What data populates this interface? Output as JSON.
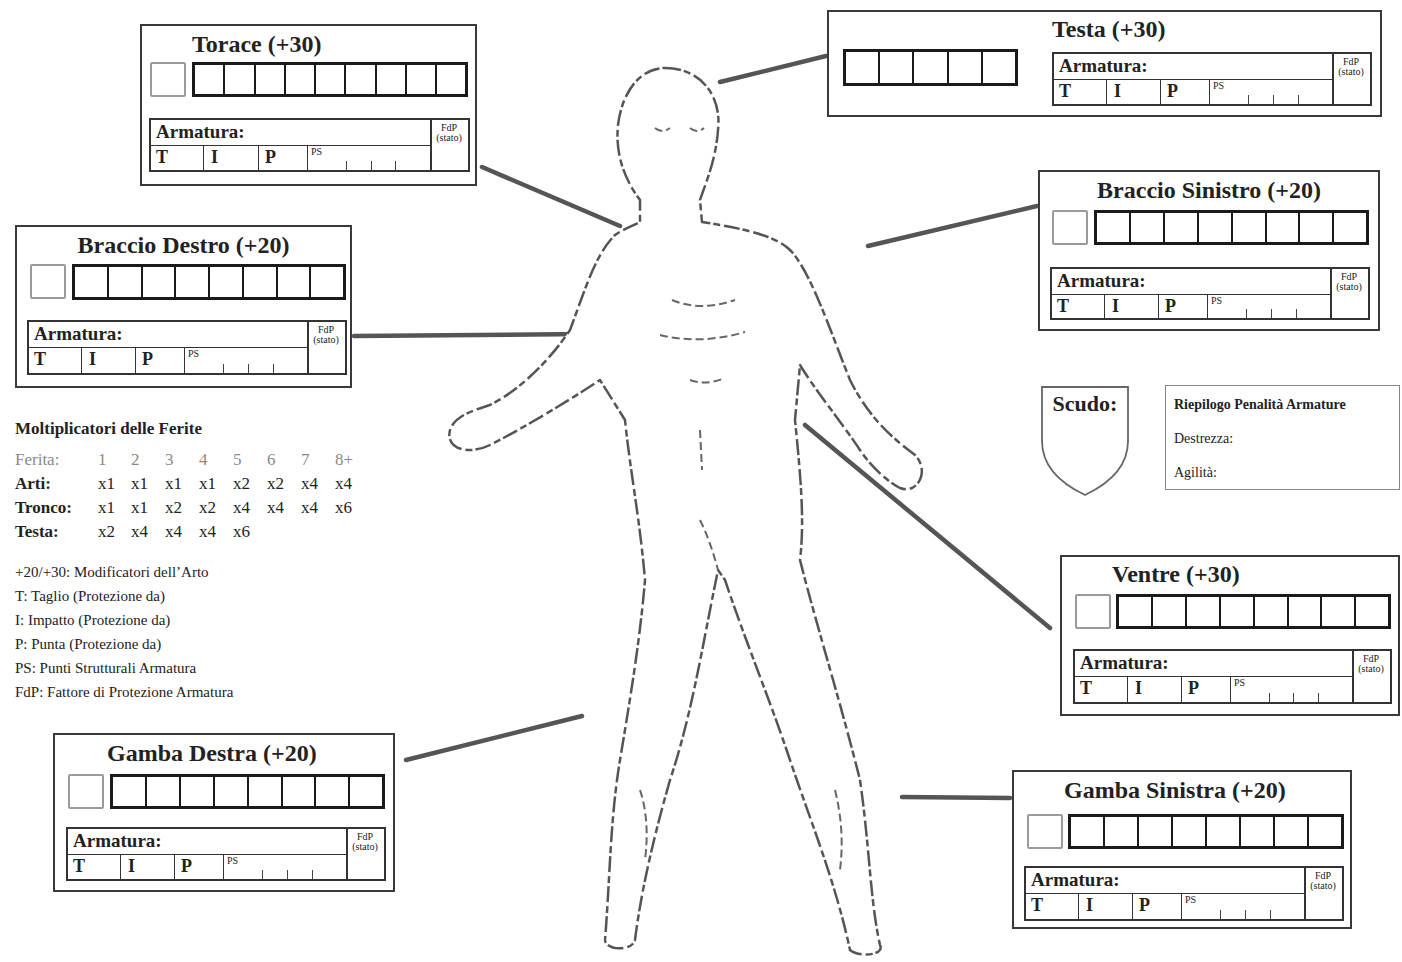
{
  "diagram": {
    "nodes": [
      {
        "text": [
          "Torace (+30)"
        ]
      },
      {
        "text": [
          "Armatura:",
          "FdP (stato)",
          "T",
          "I",
          "P",
          "PS"
        ],
        "in": 0
      },
      {
        "text": [
          "Testa (+30)"
        ]
      },
      {
        "text": [
          "Armatura:",
          "FdP (stato)",
          "T",
          "I",
          "P",
          "PS"
        ],
        "in": 2
      },
      {
        "text": [
          "Braccio Sinistro (+20)"
        ]
      },
      {
        "text": [
          "Armatura:",
          "FdP (stato)",
          "T",
          "I",
          "P",
          "PS"
        ],
        "in": 4
      },
      {
        "text": [
          "Braccio Destro (+20)"
        ]
      },
      {
        "text": [
          "Armatura:",
          "FdP (stato)",
          "T",
          "I",
          "P",
          "PS"
        ],
        "in": 6
      },
      {
        "text": [
          "Scudo:"
        ]
      },
      {
        "text": [
          "Riepilogo Penalità Armature",
          "Destrezza:",
          "Agilità:"
        ]
      },
      {
        "text": [
          "Ventre (+30)"
        ]
      },
      {
        "text": [
          "Armatura:",
          "FdP (stato)",
          "T",
          "I",
          "P",
          "PS"
        ],
        "in": 10
      },
      {
        "text": [
          "Gamba Destra (+20)"
        ]
      },
      {
        "text": [
          "Armatura:",
          "FdP (stato)",
          "T",
          "I",
          "P",
          "PS"
        ],
        "in": 12
      },
      {
        "text": [
          "Gamba Sinistra (+20)"
        ]
      },
      {
        "text": [
          "Armatura:",
          "FdP (stato)",
          "T",
          "I",
          "P",
          "PS"
        ],
        "in": 14
      }
    ],
    "labels": [
      "Moltiplicatori delle Ferite",
      "Ferita:",
      "1",
      "2",
      "3",
      "4",
      "5",
      "6",
      "7",
      "8+",
      "Arti:",
      "x1",
      "x1",
      "x1",
      "x1",
      "x2",
      "x2",
      "x4",
      "x4",
      "Tronco:",
      "x1",
      "x1",
      "x2",
      "x2",
      "x4",
      "x4",
      "x4",
      "x6",
      "Testa:",
      "x2",
      "x4",
      "x4",
      "x4",
      "x6",
      "+20/+30: Modificatori dell’Arto",
      "T: Taglio (Protezione da)",
      "I: Impatto (Protezione da)",
      "P: Punta (Protezione da)",
      "PS: Punti Strutturali Armatura",
      "FdP: Fattore di Protezione Armatura"
    ]
  }
}
